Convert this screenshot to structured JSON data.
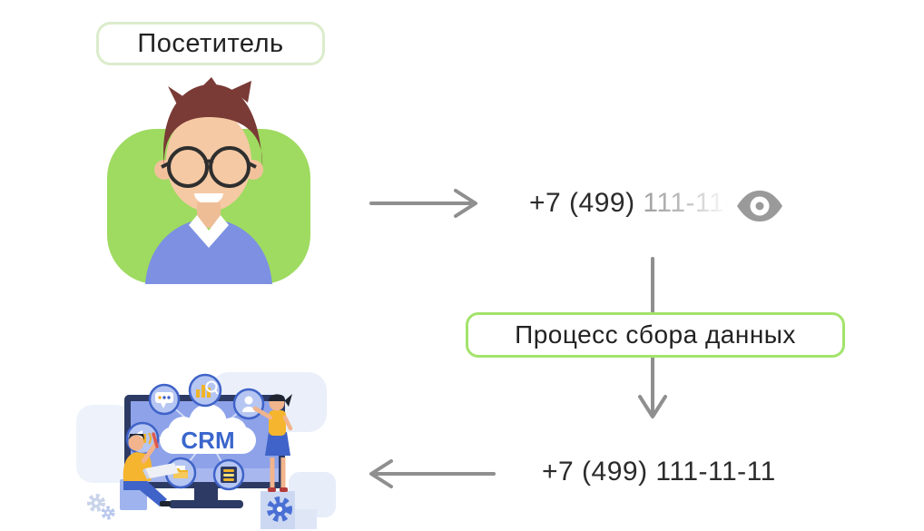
{
  "diagram": {
    "visitor_label": "Посетитель",
    "process_label": "Процесс сбора данных",
    "masked_phone_prefix": "+7 (499) ",
    "masked_phone_suffix": "111-11-",
    "full_phone": "+7 (499) 111-11-11",
    "crm_label": "CRM"
  },
  "icons": {
    "eye": "eye-icon",
    "arrow_right": "arrow-right-icon",
    "arrow_down": "arrow-down-icon",
    "arrow_left": "arrow-left-icon"
  },
  "colors": {
    "avatar_green": "#9edb60",
    "visitor_label_border": "#dbeccb",
    "process_label_border": "#a3e36c",
    "arrow_gray": "#8f8f8f",
    "text_dark": "#2b2b2b",
    "masked_digits_gray": "#a8a8a8",
    "crm_blue": "#3a66cc",
    "monitor_navy": "#2c3a64",
    "screen_blue": "#8da2e9",
    "accent_yellow": "#f0b429",
    "people_blue": "#3f63c8",
    "skin": "#f2c19c",
    "hair_maroon": "#7a3a35"
  }
}
